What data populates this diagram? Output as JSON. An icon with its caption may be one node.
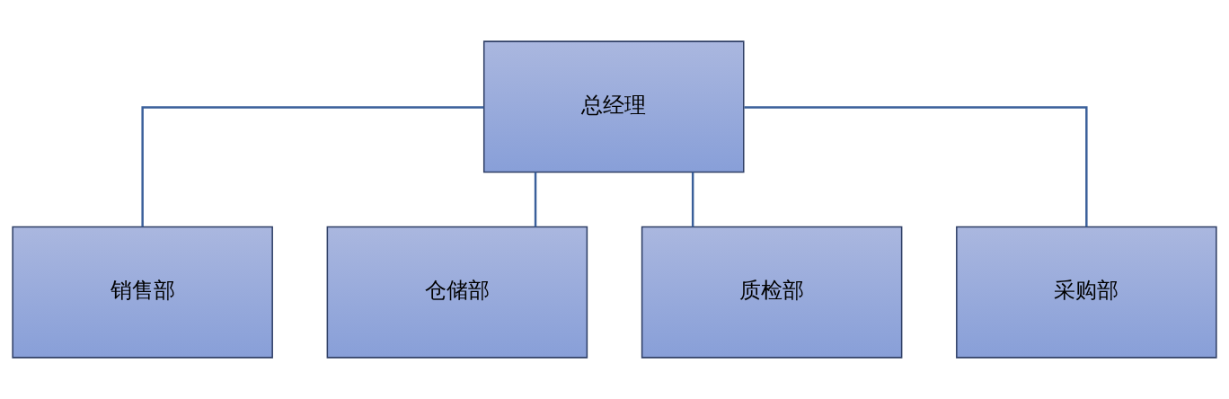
{
  "diagram": {
    "nodes": [
      {
        "text": [
          "总经理"
        ]
      },
      {
        "text": [
          "销售部"
        ]
      },
      {
        "text": [
          "仓储部"
        ]
      },
      {
        "text": [
          "质检部"
        ]
      },
      {
        "text": [
          "采购部"
        ]
      }
    ],
    "edges": [
      {
        "from": 0,
        "to": 1,
        "arrow": "none"
      },
      {
        "from": 0,
        "to": 2,
        "arrow": "none"
      },
      {
        "from": 0,
        "to": 3,
        "arrow": "none"
      },
      {
        "from": 0,
        "to": 4,
        "arrow": "none"
      }
    ]
  }
}
